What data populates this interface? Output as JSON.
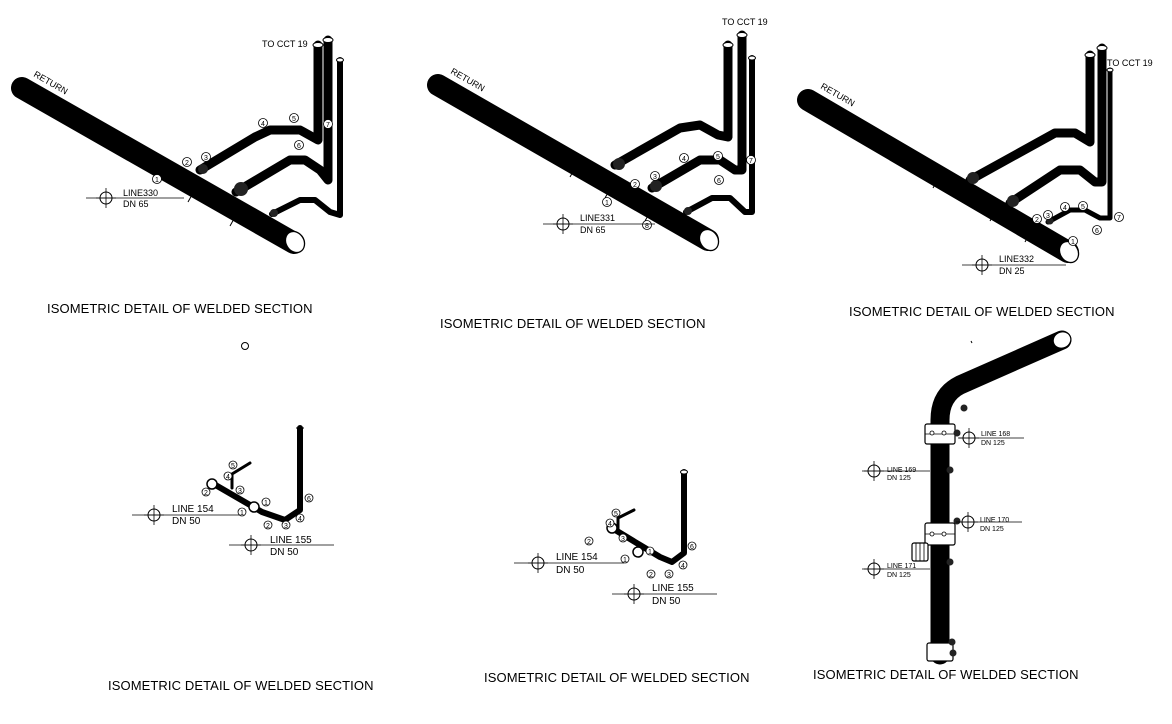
{
  "details": [
    {
      "caption": "ISOMETRIC DETAIL OF WELDED SECTION",
      "line_label": "LINE330",
      "line_size": "DN 65",
      "flow_label": "RETURN",
      "to_label": "TO CCT 19",
      "markers": [
        "1",
        "2",
        "3",
        "4",
        "5",
        "6",
        "7"
      ]
    },
    {
      "caption": "ISOMETRIC DETAIL OF WELDED SECTION",
      "line_label": "LINE331",
      "line_size": "DN 65",
      "flow_label": "RETURN",
      "to_label": "TO CCT 19",
      "markers": [
        "1",
        "2",
        "3",
        "4",
        "5",
        "6",
        "7",
        "8"
      ]
    },
    {
      "caption": "ISOMETRIC DETAIL OF WELDED SECTION",
      "line_label": "LINE332",
      "line_size": "DN 25",
      "flow_label": "RETURN",
      "to_label": "TO CCT 19",
      "markers": [
        "1",
        "2",
        "3",
        "4",
        "5",
        "6",
        "7"
      ]
    },
    {
      "caption": "ISOMETRIC DETAIL OF WELDED SECTION",
      "line_a_label": "LINE 154",
      "line_a_size": "DN 50",
      "line_b_label": "LINE 155",
      "line_b_size": "DN 50",
      "markers": [
        "1",
        "2",
        "3",
        "4",
        "5",
        "6"
      ]
    },
    {
      "caption": "ISOMETRIC DETAIL OF WELDED SECTION",
      "line_a_label": "LINE 154",
      "line_a_size": "DN 50",
      "line_b_label": "LINE 155",
      "line_b_size": "DN 50",
      "markers": [
        "1",
        "2",
        "3",
        "4",
        "5",
        "6"
      ]
    },
    {
      "caption": "ISOMETRIC DETAIL OF WELDED SECTION",
      "line_a_label": "LINE 168",
      "line_a_size": "DN 125",
      "line_b_label": "LINE 169",
      "line_b_size": "DN 125",
      "line_c_label": "LINE 170",
      "line_c_size": "DN 125",
      "line_d_label": "LINE 171",
      "line_d_size": "DN 125"
    }
  ]
}
